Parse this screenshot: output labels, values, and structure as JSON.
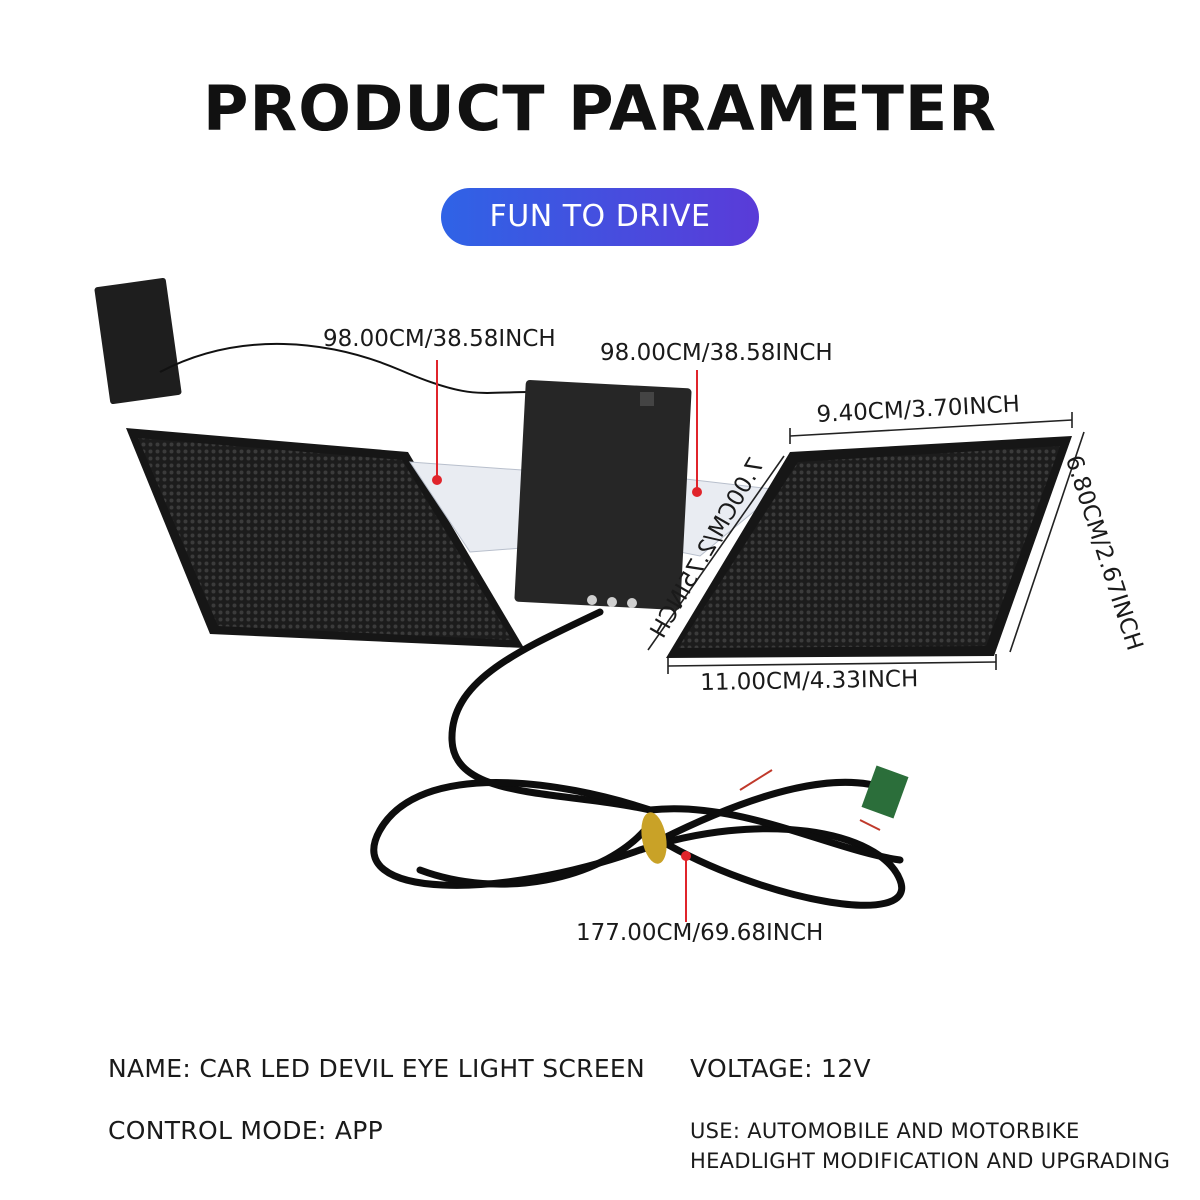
{
  "title": "PRODUCT PARAMETER",
  "badge": "FUN TO DRIVE",
  "dimensions": {
    "cable_left": "98.00CM/38.58INCH",
    "cable_right": "98.00CM/38.58INCH",
    "panel_top": "9.40CM/3.70INCH",
    "panel_bottom": "11.00CM/4.33INCH",
    "panel_side_left": "7.00CM/2.75INCH",
    "panel_side_right": "6.80CM/2.67INCH",
    "main_cable": "177.00CM/69.68INCH"
  },
  "specs": {
    "name": "NAME: CAR LED DEVIL EYE LIGHT SCREEN",
    "voltage": "VOLTAGE: 12V",
    "control": "CONTROL MODE: APP",
    "use_line1": "USE: AUTOMOBILE AND MOTORBIKE",
    "use_line2": "HEADLIGHT MODIFICATION AND UPGRADING"
  },
  "colors": {
    "badge_start": "#2f63e6",
    "badge_end": "#5a3bd8",
    "marker": "#e0242b",
    "panel": "#1c1c1c"
  }
}
